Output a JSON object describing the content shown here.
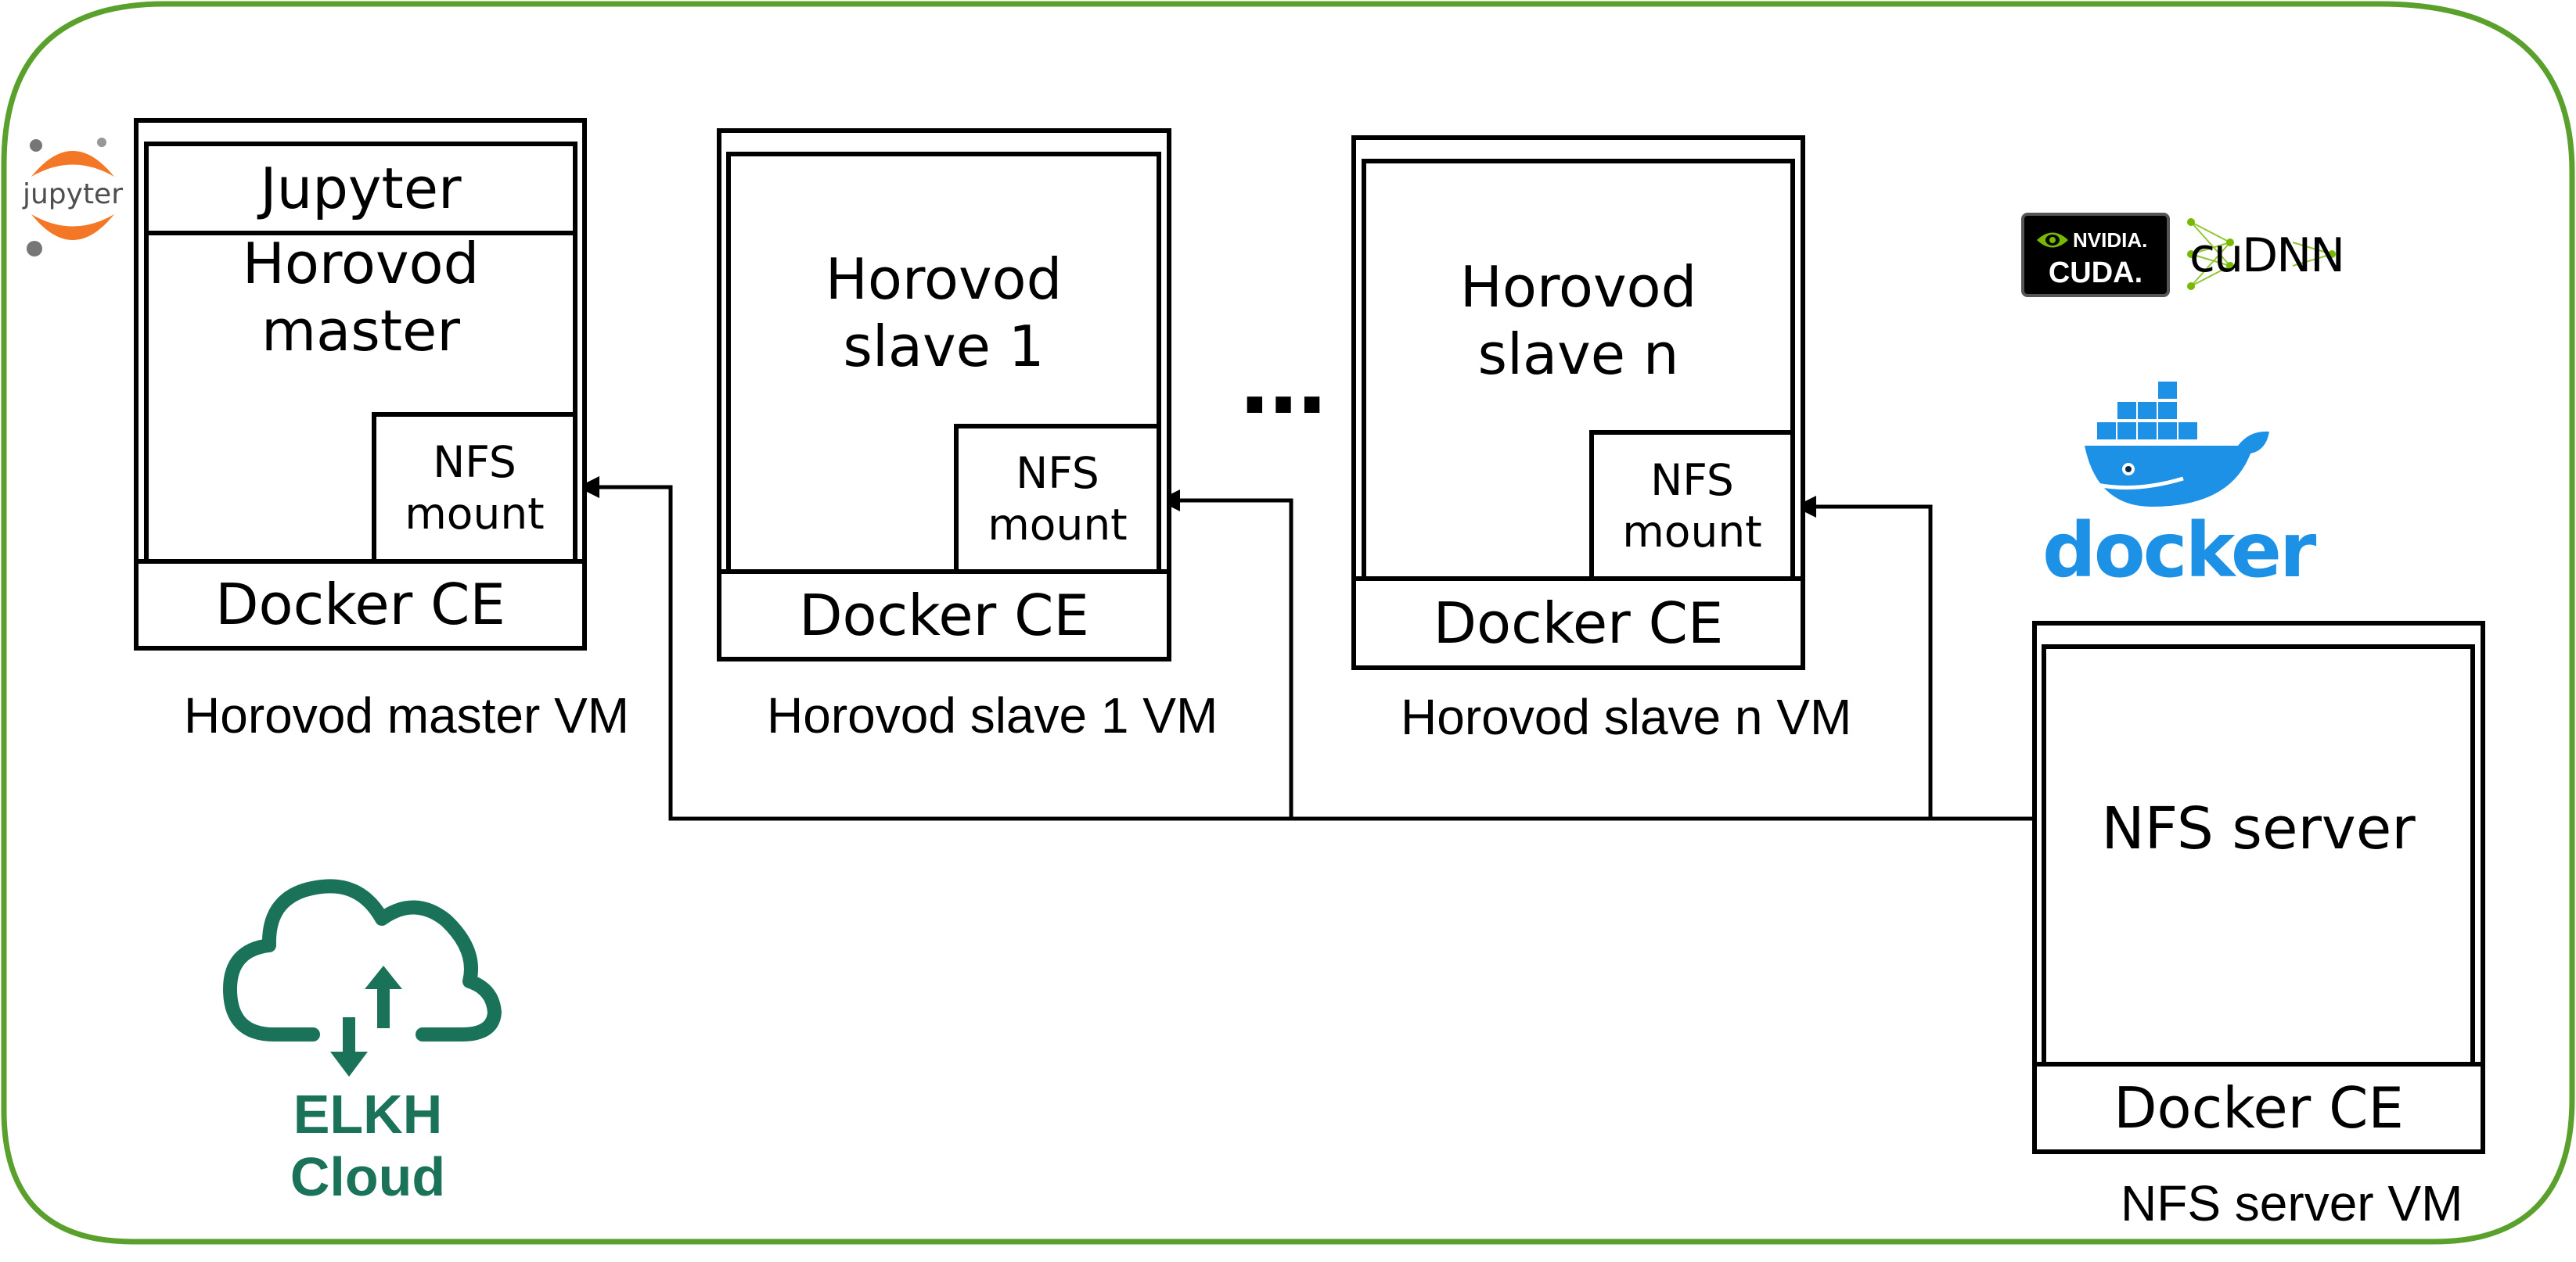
{
  "colors": {
    "frame": "#5aa02c",
    "elkh": "#1a7358",
    "jupyter_orange": "#f37726",
    "jupyter_gray": "#767677",
    "nvidia_green": "#76b900",
    "docker_blue": "#1d91e6",
    "line": "#000000"
  },
  "master": {
    "jupyter": "Jupyter",
    "horovod": "Horovod\nmaster",
    "nfs": "NFS\nmount",
    "docker": "Docker CE",
    "vm_label": "Horovod master VM"
  },
  "slave1": {
    "horovod": "Horovod\nslave 1",
    "nfs": "NFS\nmount",
    "docker": "Docker CE",
    "vm_label": "Horovod slave 1 VM"
  },
  "ellipsis": "…",
  "slaven": {
    "horovod": "Horovod\nslave n",
    "nfs": "NFS\nmount",
    "docker": "Docker CE",
    "vm_label": "Horovod slave n VM"
  },
  "nfs_server": {
    "title": "NFS server",
    "docker": "Docker CE",
    "vm_label": "NFS server VM"
  },
  "logos": {
    "jupyter": "jupyter",
    "nvidia": "NVIDIA.",
    "cuda": "CUDA.",
    "cudnn": "cuDNN",
    "docker": "docker",
    "elkh": "ELKH Cloud"
  },
  "icons": [
    "jupyter-logo-icon",
    "nvidia-eye-icon",
    "cudnn-network-icon",
    "docker-whale-icon",
    "elkh-cloud-icon"
  ]
}
